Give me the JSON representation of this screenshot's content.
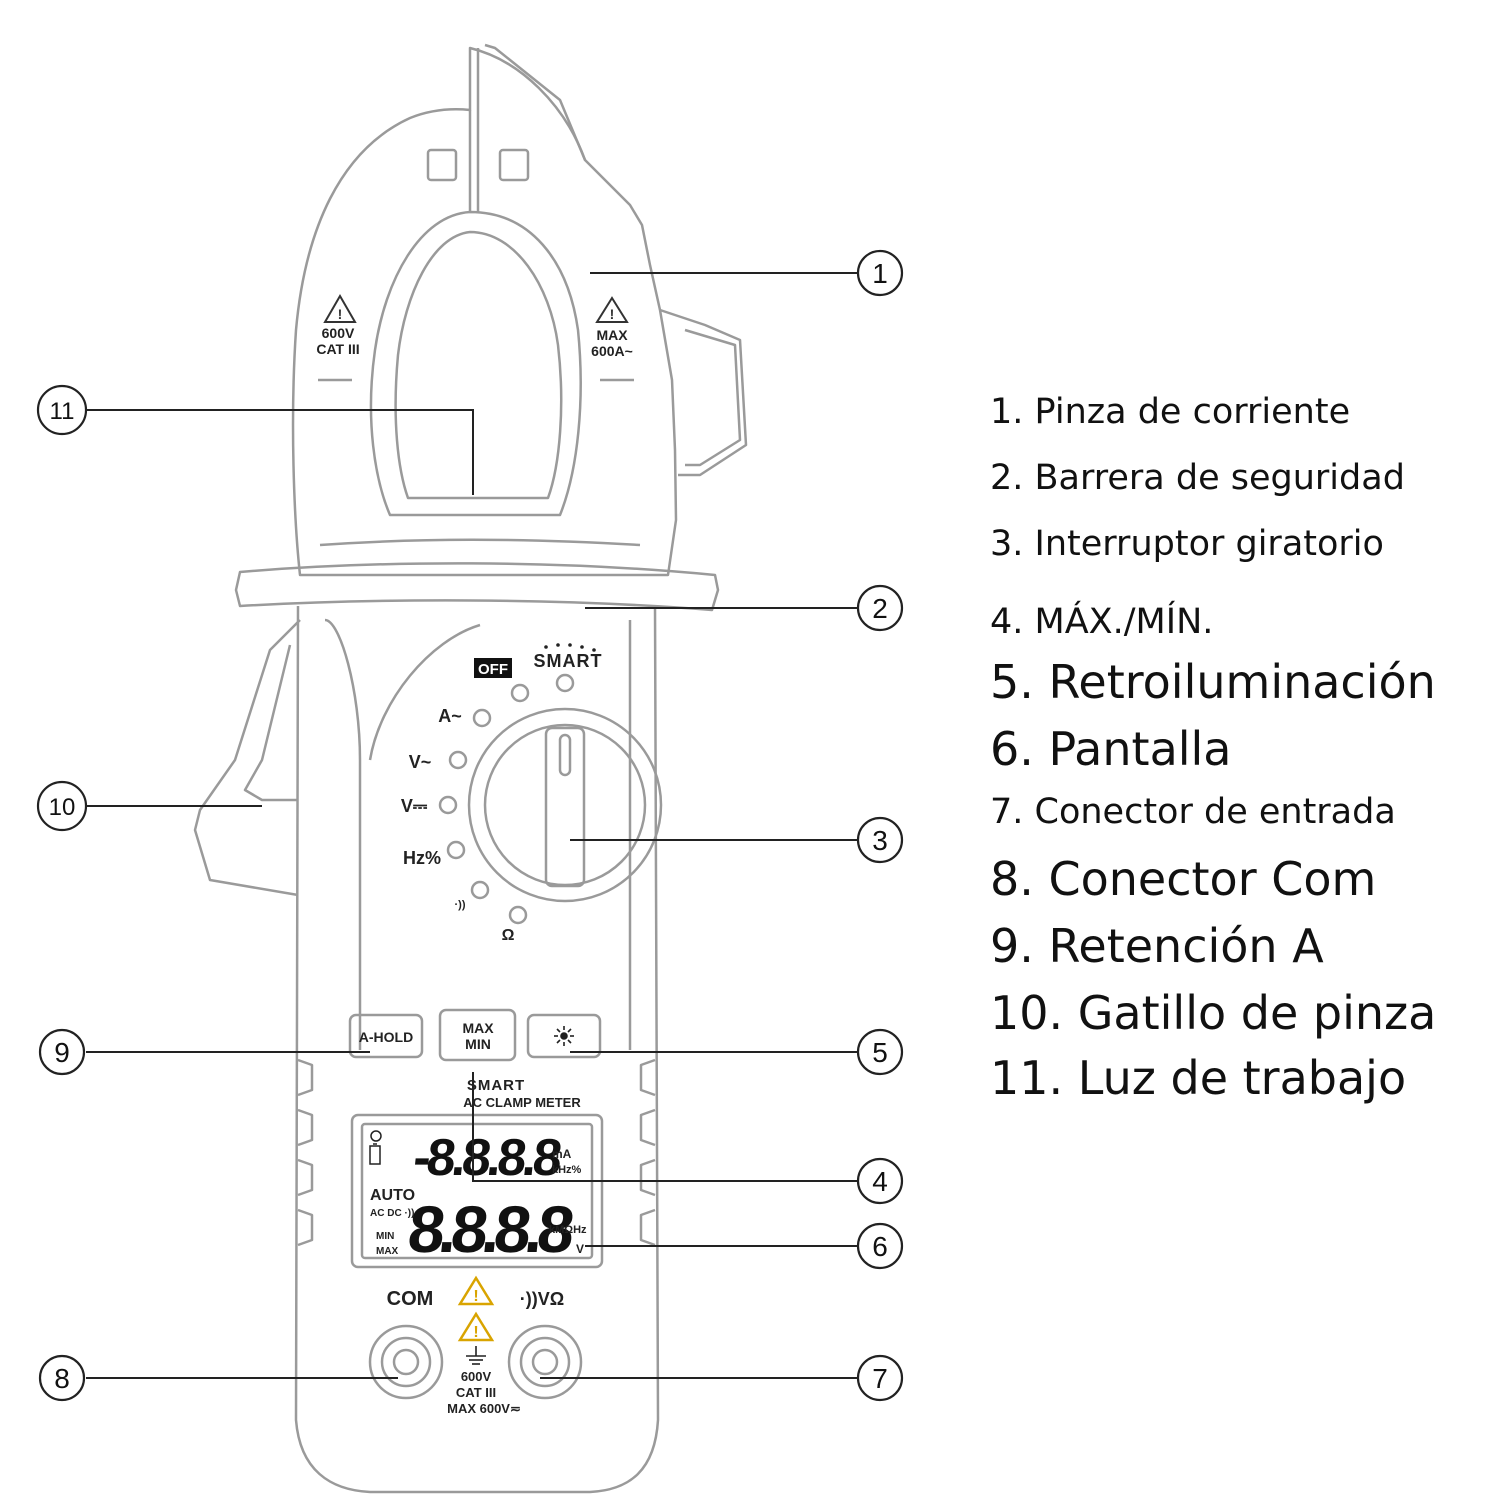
{
  "device": {
    "jaw_left_marking": [
      "600V",
      "CAT III"
    ],
    "jaw_right_marking": [
      "MAX",
      "600A~"
    ],
    "dial": {
      "off": "OFF",
      "smart": "SMART",
      "positions": [
        "A~",
        "V~",
        "V⎓",
        "Hz%",
        "·))",
        "Ω"
      ]
    },
    "buttons": {
      "hold": "A-HOLD",
      "max": "MAX",
      "min": "MIN"
    },
    "display": {
      "brand": "SMART",
      "model": "AC CLAMP METER",
      "top_digits": "-8.8.8.8",
      "bottom_digits": "8.8.8.8",
      "unit_top_1": "mA",
      "unit_top_2": "kHz%",
      "unit_bottom_1": "kMΩHz",
      "unit_bottom_2": "V",
      "auto": "AUTO",
      "acdc": "AC DC ·))",
      "min": "MIN",
      "max": "MAX"
    },
    "terminals": {
      "com": "COM",
      "vohm": "·))VΩ",
      "rating_1": "600V",
      "rating_2": "CAT III",
      "rating_3": "MAX 600V≂"
    }
  },
  "callouts": [
    "1",
    "2",
    "3",
    "4",
    "5",
    "6",
    "7",
    "8",
    "9",
    "10",
    "11"
  ],
  "legend": [
    "1. Pinza de corriente",
    "2. Barrera de seguridad",
    "3. Interruptor giratorio",
    "4. MÁX./MÍN.",
    "5. Retroiluminación",
    "6. Pantalla",
    "7. Conector de entrada",
    "8. Conector Com",
    "9. Retención A",
    "10. Gatillo de pinza",
    "11. Luz de trabajo"
  ]
}
